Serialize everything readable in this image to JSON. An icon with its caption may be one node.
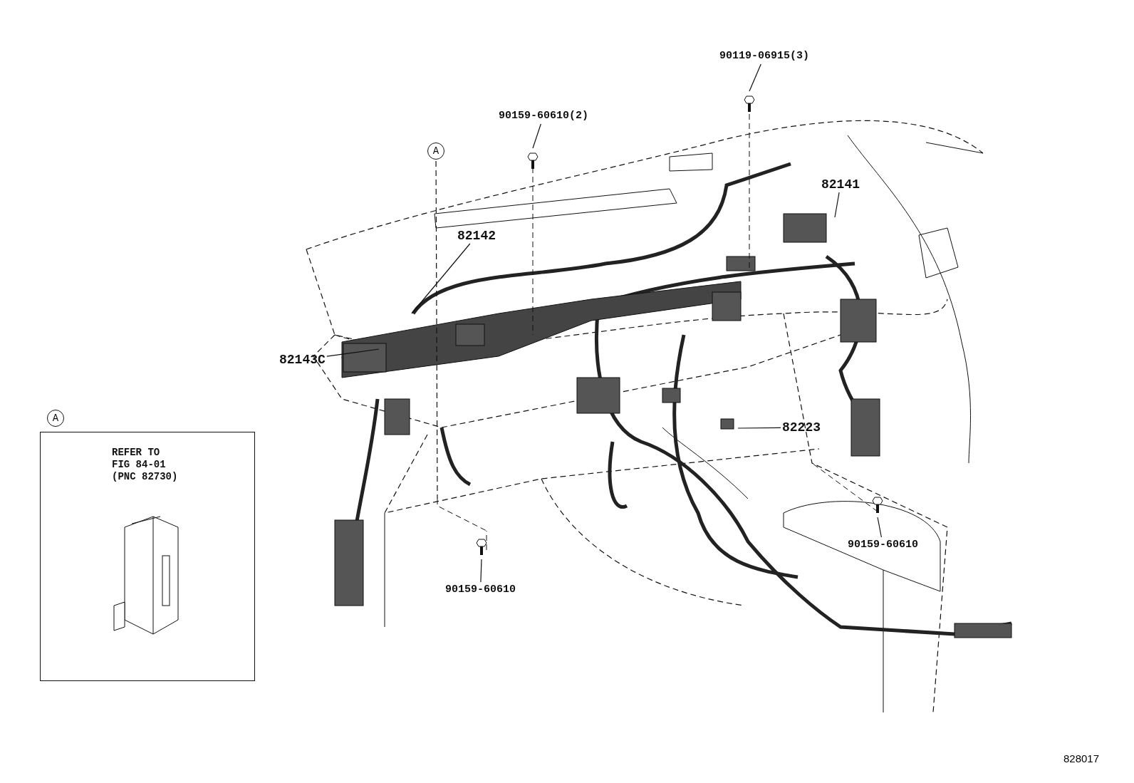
{
  "diagram": {
    "nodes": [
      {
        "text": [
          "90119-06915(3)"
        ]
      },
      {
        "text": [
          "90159-60610(2)"
        ]
      },
      {
        "text": [
          "A"
        ]
      },
      {
        "text": [
          "82141"
        ]
      },
      {
        "text": [
          "82142"
        ]
      },
      {
        "text": [
          "82143C"
        ]
      },
      {
        "text": [
          "A"
        ]
      },
      {
        "text": [
          "REFER TO FIG 84-01 (PNC 82730)"
        ]
      },
      {
        "text": [
          "82223"
        ]
      },
      {
        "text": [
          "90159-60610"
        ]
      },
      {
        "text": [
          "90159-60610"
        ]
      }
    ],
    "edges": [
      {
        "from": 0,
        "to": null,
        "arrow": "none"
      },
      {
        "from": 1,
        "to": null,
        "arrow": "none"
      },
      {
        "from": 2,
        "to": null,
        "arrow": "none",
        "style": "dashed"
      },
      {
        "from": 3,
        "to": null,
        "arrow": "none"
      },
      {
        "from": 4,
        "to": null,
        "arrow": "none"
      },
      {
        "from": 5,
        "to": null,
        "arrow": "none"
      },
      {
        "from": 8,
        "to": null,
        "arrow": "none"
      },
      {
        "from": 9,
        "to": null,
        "arrow": "none"
      },
      {
        "from": 10,
        "to": null,
        "arrow": "none"
      }
    ],
    "labels": [
      "828017"
    ]
  }
}
